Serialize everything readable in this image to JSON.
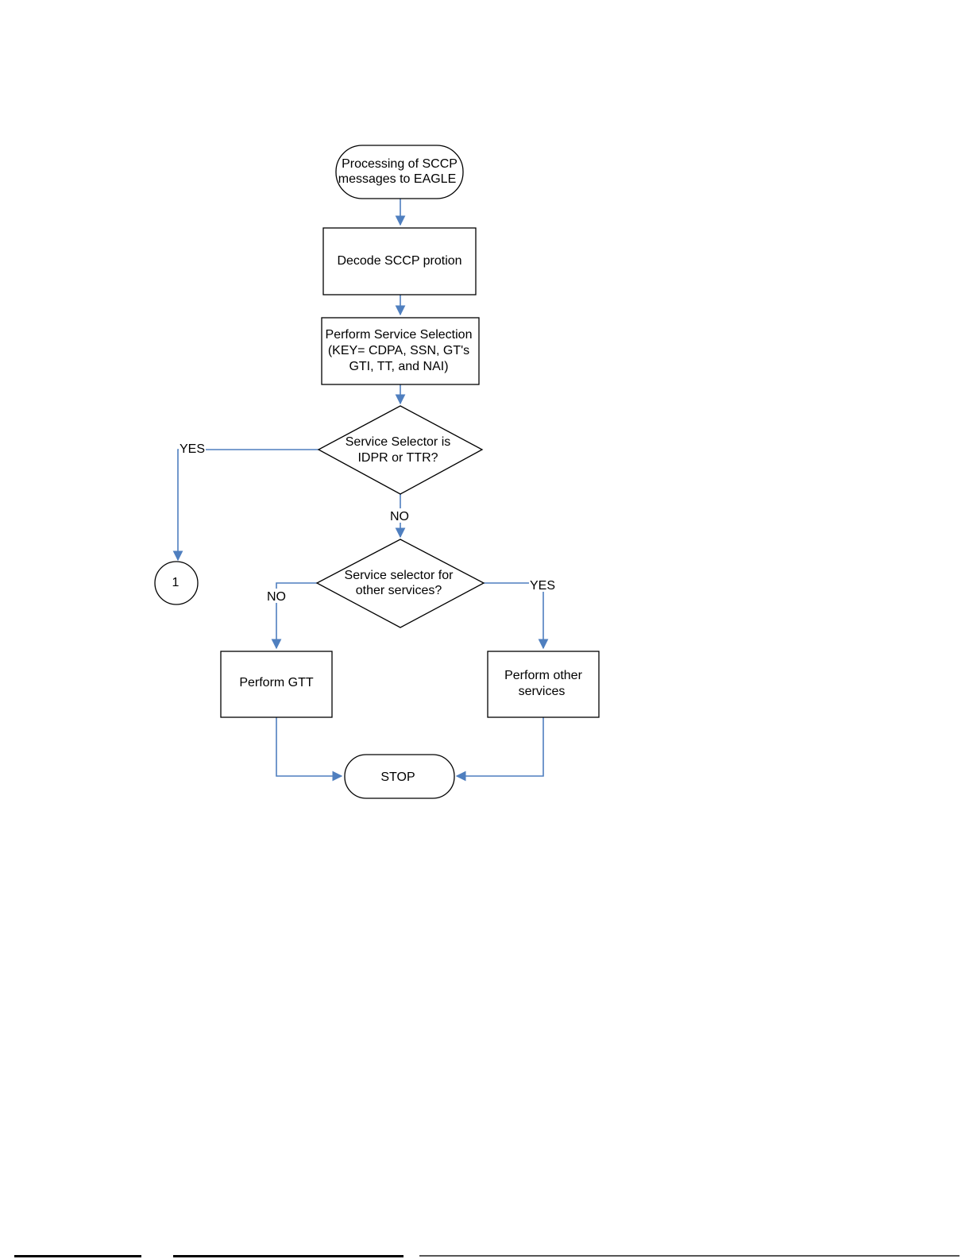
{
  "nodes": {
    "start": {
      "lines": [
        "Processing of SCCP",
        "messages to EAGLE"
      ]
    },
    "decode": {
      "lines": [
        "Decode SCCP protion"
      ]
    },
    "service_selection": {
      "lines": [
        "Perform Service Selection",
        "(KEY= CDPA, SSN, GT's",
        "GTI, TT, and NAI)"
      ]
    },
    "decision_idpr": {
      "lines": [
        "Service Selector is",
        "IDPR or TTR?"
      ]
    },
    "connector_1": {
      "lines": [
        "1"
      ]
    },
    "decision_other": {
      "lines": [
        "Service selector for",
        "other services?"
      ]
    },
    "perform_gtt": {
      "lines": [
        "Perform GTT"
      ]
    },
    "perform_other": {
      "lines": [
        "Perform other",
        "services"
      ]
    },
    "stop": {
      "lines": [
        "STOP"
      ]
    }
  },
  "edge_labels": {
    "idpr_yes": "YES",
    "idpr_no": "NO",
    "other_no": "NO",
    "other_yes": "YES"
  },
  "colors": {
    "connector": "#4f7fbf",
    "outline": "#000000"
  }
}
